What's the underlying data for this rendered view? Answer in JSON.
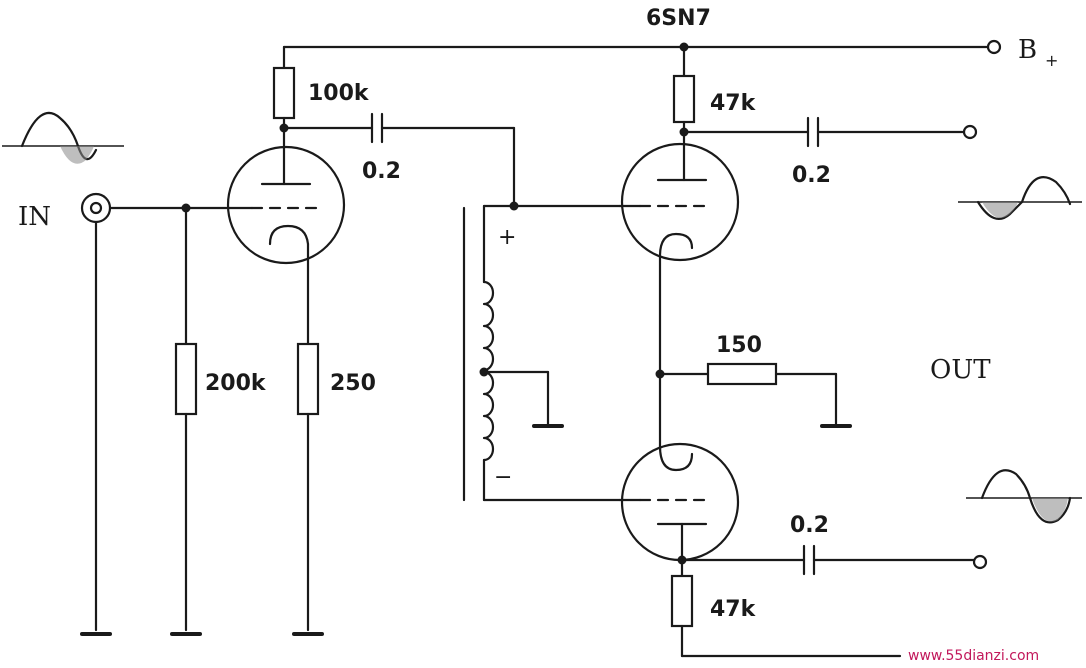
{
  "tube_label": "6SN7",
  "supply_label": "B",
  "supply_sub": "+",
  "input_label": "IN",
  "output_label": "OUT",
  "resistors": {
    "r_plate_1": "100k",
    "r_grid": "200k",
    "r_cathode_1": "250",
    "r_plate_2": "47k",
    "r_split": "150",
    "r_cathode_3": "47k"
  },
  "capacitors": {
    "c_coupling_1": "0.2",
    "c_out_top": "0.2",
    "c_out_bottom": "0.2"
  },
  "transformer": {
    "plus": "+",
    "minus": "−"
  },
  "watermark": "www.55dianzi.com"
}
